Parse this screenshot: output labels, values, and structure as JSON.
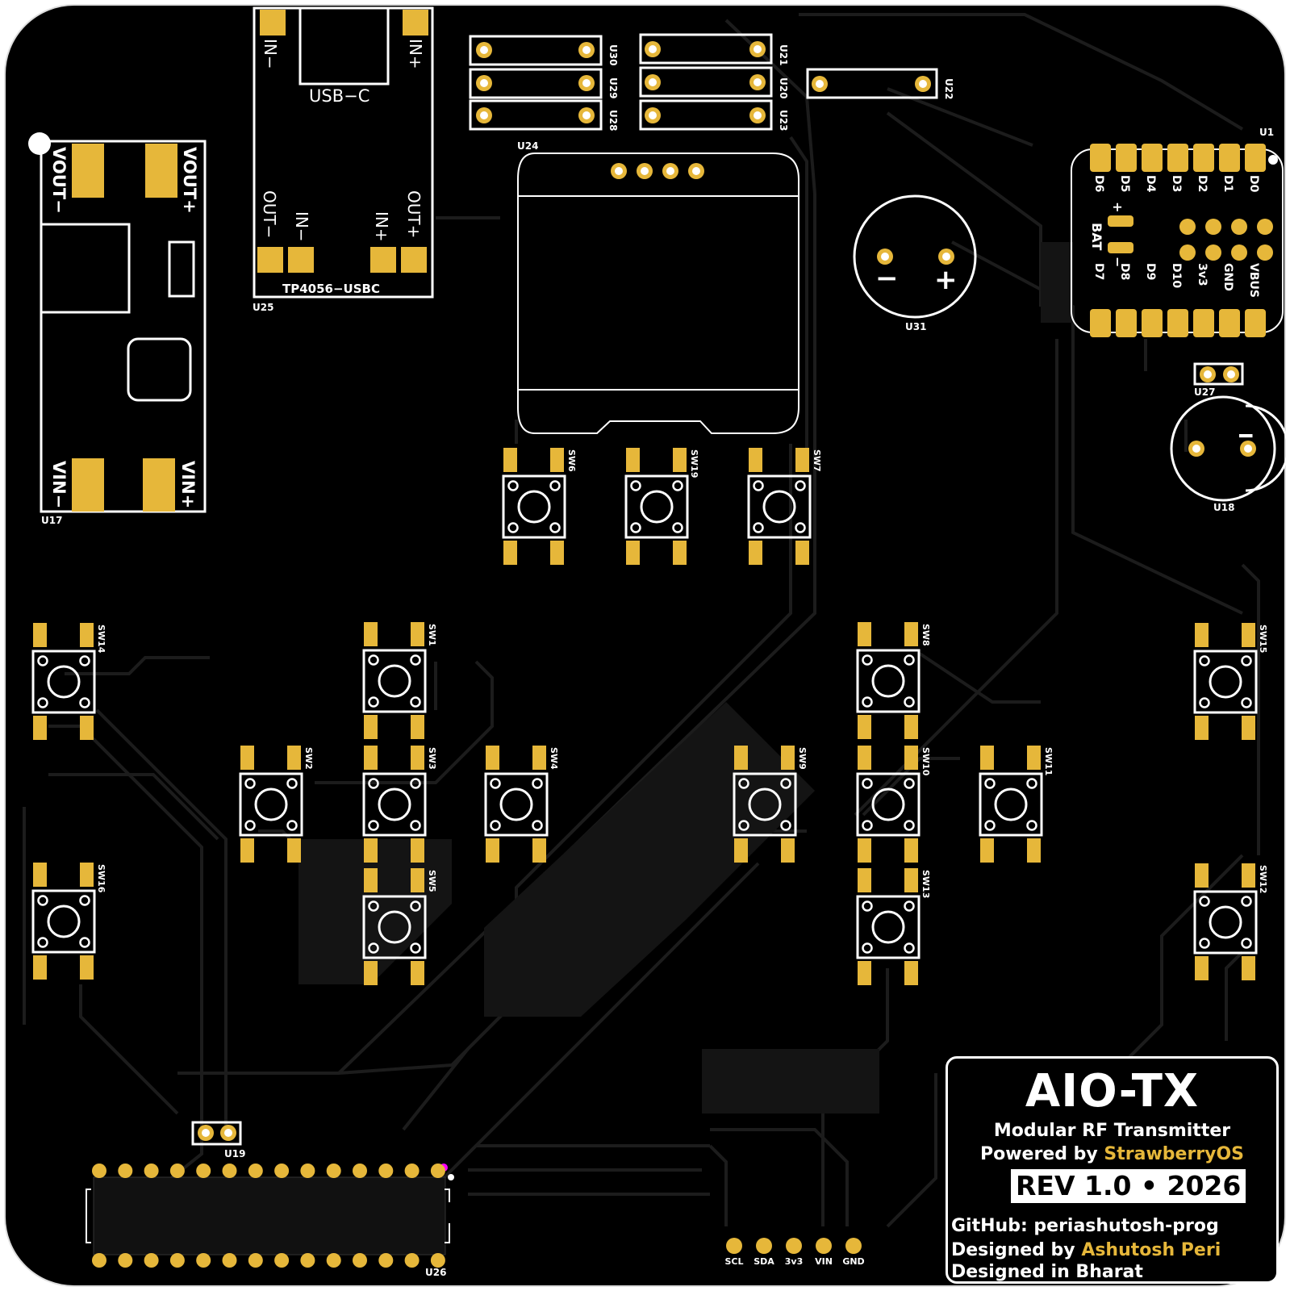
{
  "colors": {
    "board": "#000000",
    "silk": "#ffffff",
    "pad": "#e6b73a",
    "trace": "#1b1b1b",
    "accent": "#e6b73a",
    "marker": "#ff00ff"
  },
  "parts": {
    "u17": {
      "ref": "U17",
      "vout_minus": "VOUT−",
      "vout_plus": "VOUT+",
      "vin_minus": "VIN−",
      "vin_plus": "VIN+"
    },
    "u25": {
      "ref": "U25",
      "in_minus_top": "IN−",
      "in_plus_top": "IN+",
      "usb": "USB−C",
      "out_minus": "OUT−",
      "in_minus": "IN−",
      "in_plus": "IN+",
      "out_plus": "OUT+",
      "name": "TP4056−USBC"
    },
    "u24": "U24",
    "u30": "U30",
    "u29": "U29",
    "u28": "U28",
    "u21": "U21",
    "u20": "U20",
    "u23": "U23",
    "u22": "U22",
    "u31": {
      "ref": "U31",
      "minus": "−",
      "plus": "+"
    },
    "u1": {
      "ref": "U1",
      "top": [
        "D6",
        "D5",
        "D4",
        "D3",
        "D2",
        "D1",
        "D0"
      ],
      "bottom": [
        "D7",
        "D8",
        "D9",
        "D10",
        "3v3",
        "GND",
        "VBUS"
      ],
      "bat": "BAT",
      "bat_plus": "+",
      "bat_minus": "−"
    },
    "u27": "U27",
    "u18": {
      "ref": "U18",
      "mark": "I"
    },
    "u19": "U19",
    "u26": "U26",
    "header": [
      "SCL",
      "SDA",
      "3v3",
      "VIN",
      "GND"
    ]
  },
  "switches": [
    "SW1",
    "SW2",
    "SW3",
    "SW4",
    "SW5",
    "SW6",
    "SW7",
    "SW8",
    "SW9",
    "SW10",
    "SW11",
    "SW12",
    "SW13",
    "SW14",
    "SW15",
    "SW16",
    "SW19"
  ],
  "info": {
    "title": "AIO-TX",
    "line1": "Modular RF Transmitter",
    "line2_prefix": "Powered by ",
    "line2_brand": "StrawberryOS",
    "rev": "REV 1.0 • 2026",
    "github": "GitHub: periashutosh-prog",
    "designed_by_prefix": "Designed by ",
    "designer": "Ashutosh Peri",
    "origin": "Designed in Bharat"
  }
}
